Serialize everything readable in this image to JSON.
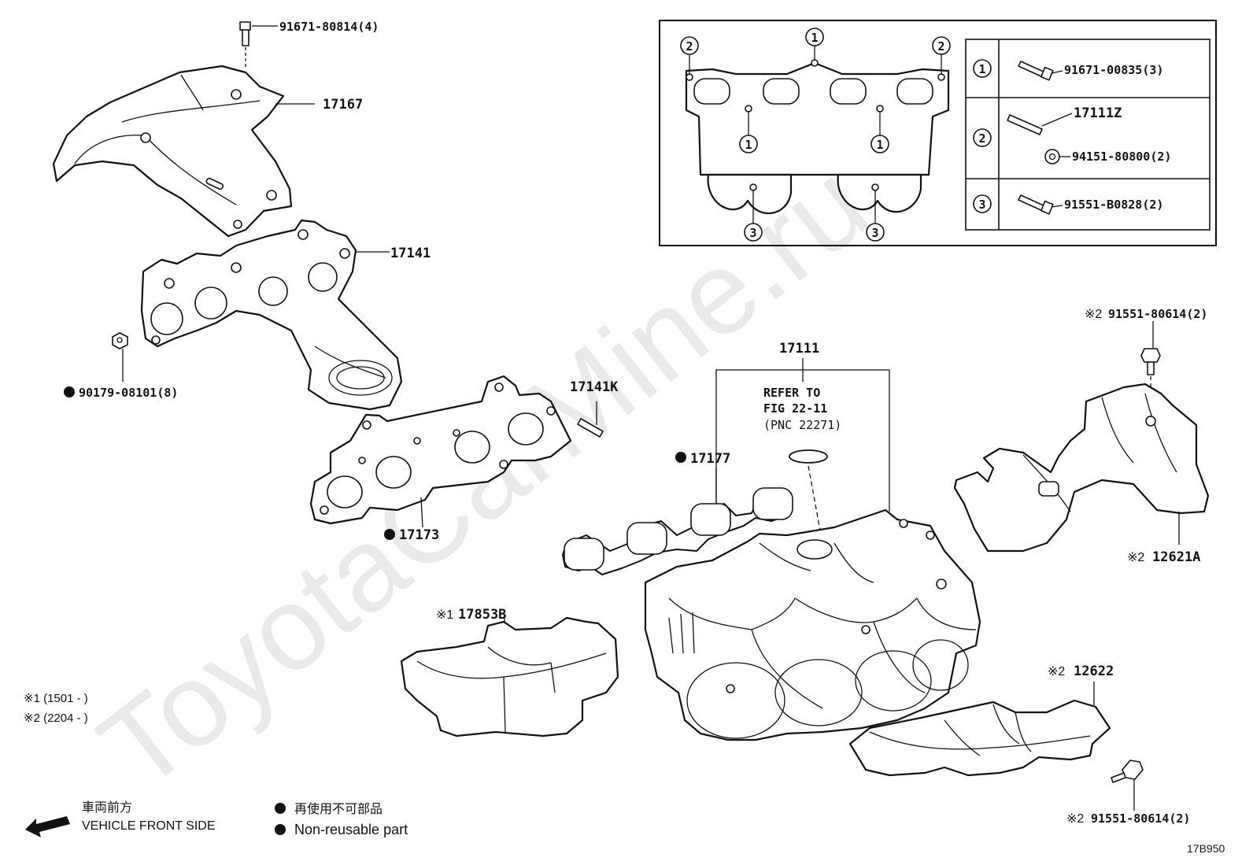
{
  "watermark": "ToyotaCarMine.ru",
  "diagram_code": "17B950",
  "inset": {
    "rows": [
      {
        "num": "1",
        "part": "91671-00835(3)"
      },
      {
        "num": "2",
        "part": "17111Z",
        "part2": "94151-80800(2)"
      },
      {
        "num": "3",
        "part": "91551-B0828(2)"
      }
    ],
    "callouts": [
      "2",
      "1",
      "2",
      "1",
      "1",
      "3",
      "3"
    ]
  },
  "labels": {
    "p91671_80814": "91671-80814(4)",
    "p17167": "17167",
    "p17141": "17141",
    "p90179": "90179-08101(8)",
    "p17141K": "17141K",
    "p17173": "17173",
    "p17177": "17177",
    "p17111": "17111",
    "refer_line1": "REFER TO",
    "refer_line2": "FIG 22-11",
    "refer_line3": "(PNC 22271)",
    "p91551_top": "91551-80614(2)",
    "p12621A": "12621A",
    "p17853B": "17853B",
    "p12622": "12622",
    "p91551_bot": "91551-80614(2)",
    "mark1": "※1",
    "mark2": "※2"
  },
  "notes": {
    "n1": "※1 (1501 -      )",
    "n2": "※2 (2204 -      )"
  },
  "legend": {
    "front_jp": "車両前方",
    "front_en": "VEHICLE FRONT SIDE",
    "nonreuse_jp": "再使用不可部品",
    "nonreuse_en": "Non-reusable part"
  }
}
